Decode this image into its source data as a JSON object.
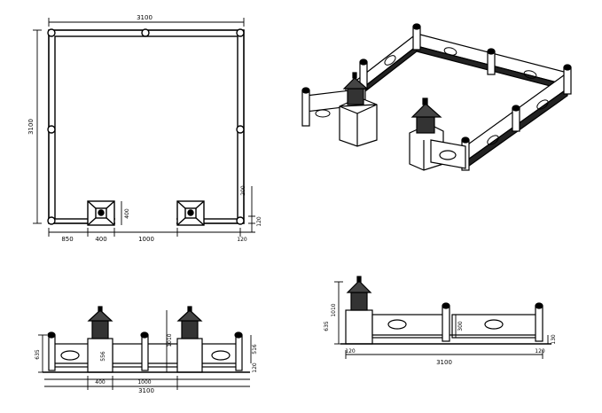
{
  "plan": {
    "width_top": "3100",
    "height_left": "3100",
    "dim_right_small": "200",
    "dim_right_bottom": "120",
    "post_height": "400",
    "seg_850": "850",
    "seg_400": "400",
    "seg_1000": "1000",
    "seg_120": "120"
  },
  "front": {
    "dim_635": "635",
    "dim_556": "556",
    "dim_1010": "1010",
    "dim_516": "516",
    "dim_120": "120",
    "dim_400": "400",
    "dim_1000": "1000",
    "dim_3100": "3100"
  },
  "side": {
    "dim_635": "635",
    "dim_1010": "1010",
    "dim_300": "300",
    "dim_120_left": "120",
    "dim_120_right": "120",
    "dim_3100": "3100",
    "dim_130": "130"
  }
}
